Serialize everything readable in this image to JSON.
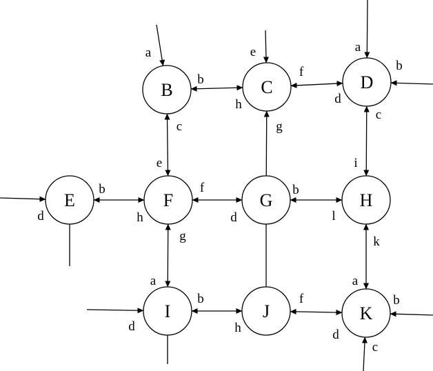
{
  "nodes": [
    {
      "id": "B",
      "label": "B"
    },
    {
      "id": "C",
      "label": "C"
    },
    {
      "id": "D",
      "label": "D"
    },
    {
      "id": "E",
      "label": "E"
    },
    {
      "id": "F",
      "label": "F"
    },
    {
      "id": "G",
      "label": "G"
    },
    {
      "id": "H",
      "label": "H"
    },
    {
      "id": "I",
      "label": "I"
    },
    {
      "id": "J",
      "label": "J"
    },
    {
      "id": "K",
      "label": "K"
    }
  ],
  "edges": [
    {
      "from": "B",
      "to": "C",
      "style": "bidirectional"
    },
    {
      "from": "C",
      "to": "D",
      "style": "bidirectional"
    },
    {
      "from": "B",
      "to": "F",
      "style": "bidirectional"
    },
    {
      "from": "C",
      "to": "G",
      "style": "arrow-to-C"
    },
    {
      "from": "D",
      "to": "H",
      "style": "bidirectional"
    },
    {
      "from": "E",
      "to": "F",
      "style": "bidirectional"
    },
    {
      "from": "F",
      "to": "G",
      "style": "bidirectional"
    },
    {
      "from": "G",
      "to": "H",
      "style": "bidirectional"
    },
    {
      "from": "F",
      "to": "I",
      "style": "bidirectional"
    },
    {
      "from": "G",
      "to": "J",
      "style": "line"
    },
    {
      "from": "H",
      "to": "K",
      "style": "bidirectional"
    },
    {
      "from": "I",
      "to": "J",
      "style": "bidirectional"
    },
    {
      "from": "J",
      "to": "K",
      "style": "bidirectional"
    }
  ],
  "external_inputs": [
    {
      "node": "B",
      "port": "a",
      "direction": "incoming"
    },
    {
      "node": "C",
      "port": "e",
      "direction": "incoming"
    },
    {
      "node": "D",
      "port": "a",
      "direction": "incoming"
    },
    {
      "node": "D",
      "port": "b",
      "direction": "incoming"
    },
    {
      "node": "E",
      "port": "d",
      "direction": "incoming"
    },
    {
      "node": "E",
      "port": "bottom",
      "direction": "line"
    },
    {
      "node": "I",
      "port": "d",
      "direction": "incoming"
    },
    {
      "node": "I",
      "port": "bottom",
      "direction": "line"
    },
    {
      "node": "K",
      "port": "b",
      "direction": "incoming"
    },
    {
      "node": "K",
      "port": "c",
      "direction": "incoming"
    }
  ],
  "port_labels": [
    {
      "node": "B",
      "text": "a"
    },
    {
      "node": "B",
      "text": "b"
    },
    {
      "node": "B",
      "text": "c"
    },
    {
      "node": "C",
      "text": "e"
    },
    {
      "node": "C",
      "text": "h"
    },
    {
      "node": "C",
      "text": "f"
    },
    {
      "node": "C",
      "text": "g"
    },
    {
      "node": "D",
      "text": "a"
    },
    {
      "node": "D",
      "text": "b"
    },
    {
      "node": "D",
      "text": "d"
    },
    {
      "node": "D",
      "text": "c"
    },
    {
      "node": "E",
      "text": "b"
    },
    {
      "node": "E",
      "text": "d"
    },
    {
      "node": "F",
      "text": "e"
    },
    {
      "node": "F",
      "text": "f"
    },
    {
      "node": "F",
      "text": "h"
    },
    {
      "node": "F",
      "text": "g"
    },
    {
      "node": "G",
      "text": "b"
    },
    {
      "node": "G",
      "text": "d"
    },
    {
      "node": "H",
      "text": "i"
    },
    {
      "node": "H",
      "text": "l"
    },
    {
      "node": "H",
      "text": "k"
    },
    {
      "node": "I",
      "text": "a"
    },
    {
      "node": "I",
      "text": "b"
    },
    {
      "node": "I",
      "text": "d"
    },
    {
      "node": "J",
      "text": "h"
    },
    {
      "node": "J",
      "text": "f"
    },
    {
      "node": "K",
      "text": "a"
    },
    {
      "node": "K",
      "text": "b"
    },
    {
      "node": "K",
      "text": "d"
    },
    {
      "node": "K",
      "text": "c"
    }
  ]
}
